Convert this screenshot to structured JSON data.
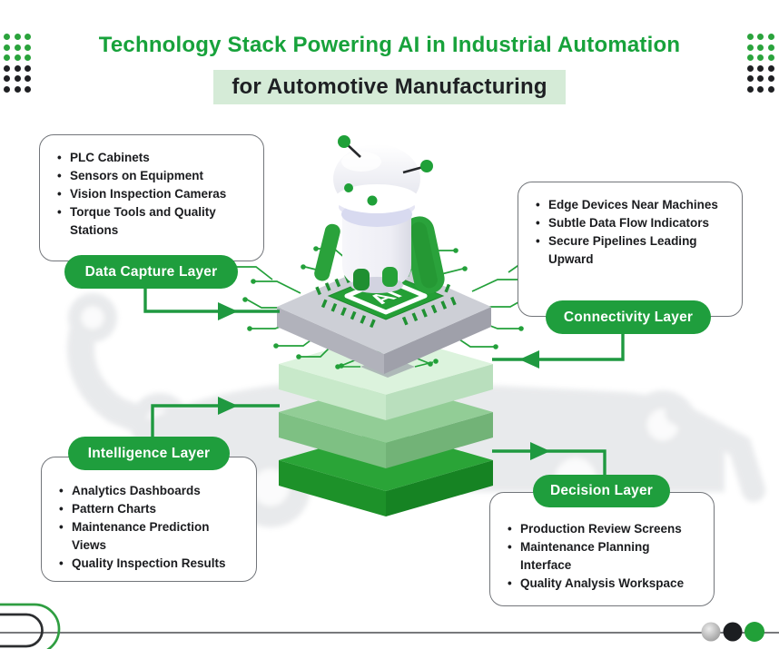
{
  "header": {
    "title": "Technology Stack Powering AI in Industrial Automation",
    "subtitle": "for Automotive Manufacturing"
  },
  "chip": {
    "label": "AI"
  },
  "layers": [
    {
      "label": "Data Capture Layer",
      "items": [
        "PLC Cabinets",
        "Sensors on Equipment",
        "Vision Inspection Cameras",
        "Torque Tools and Quality Stations"
      ]
    },
    {
      "label": "Connectivity Layer",
      "items": [
        "Edge Devices Near Machines",
        "Subtle Data Flow Indicators",
        "Secure Pipelines Leading Upward"
      ]
    },
    {
      "label": "Intelligence Layer",
      "items": [
        "Analytics Dashboards",
        "Pattern Charts",
        "Maintenance Prediction Views",
        "Quality Inspection Results"
      ]
    },
    {
      "label": "Decision Layer",
      "items": [
        "Production Review Screens",
        "Maintenance Planning Interface",
        "Quality Analysis Workspace"
      ]
    }
  ],
  "colors": {
    "title_green": "#17a23b",
    "pill_green": "#1f9e3d",
    "highlight_bg": "#d5ebd7",
    "connector_green": "#1f9940",
    "dot_green": "#2aa33c",
    "dot_black": "#1f2023"
  },
  "decor": {
    "dot_grid": {
      "rows": 6,
      "cols": 3,
      "green_rows": 3
    }
  }
}
